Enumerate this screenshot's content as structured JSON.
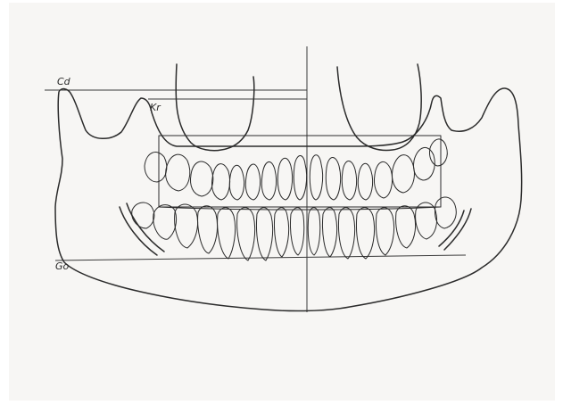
{
  "labels": {
    "condylion": "Cd",
    "coronoid": "Kr",
    "gonion": "Go"
  },
  "colors": {
    "paper": "#f7f6f4",
    "ink": "#2b2b2b"
  }
}
